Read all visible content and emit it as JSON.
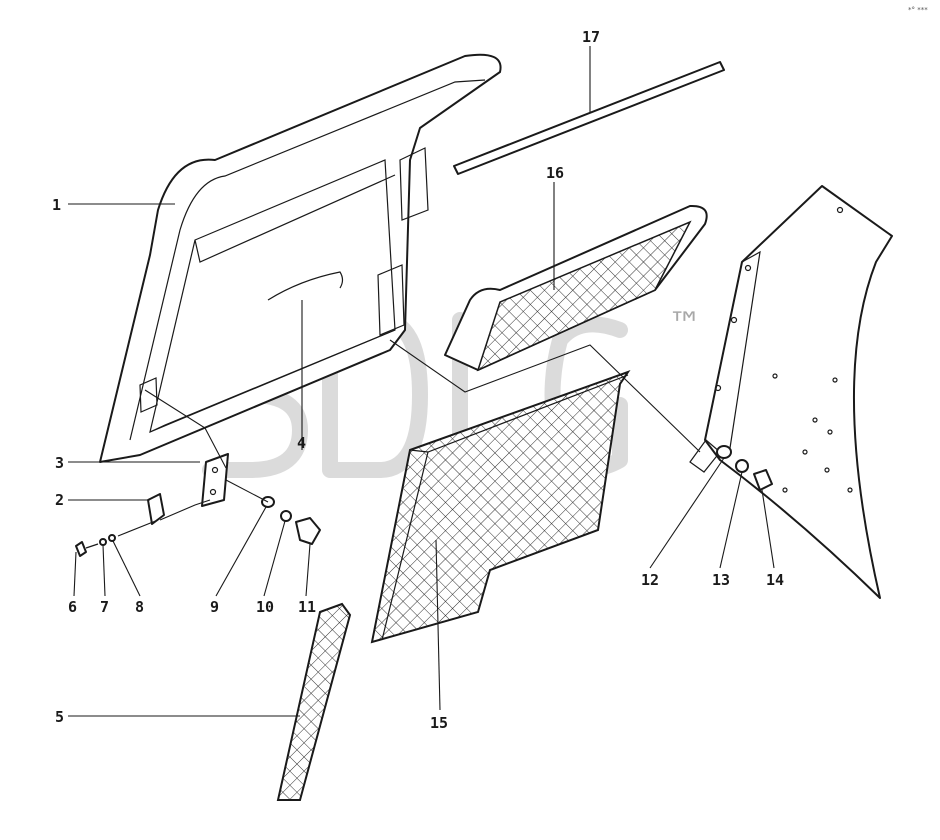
{
  "diagram": {
    "callouts": [
      {
        "id": "1",
        "label": "1"
      },
      {
        "id": "2",
        "label": "2"
      },
      {
        "id": "3",
        "label": "3"
      },
      {
        "id": "4",
        "label": "4"
      },
      {
        "id": "5",
        "label": "5"
      },
      {
        "id": "6",
        "label": "6"
      },
      {
        "id": "7",
        "label": "7"
      },
      {
        "id": "8",
        "label": "8"
      },
      {
        "id": "9",
        "label": "9"
      },
      {
        "id": "10",
        "label": "10"
      },
      {
        "id": "11",
        "label": "11"
      },
      {
        "id": "12",
        "label": "12"
      },
      {
        "id": "13",
        "label": "13"
      },
      {
        "id": "14",
        "label": "14"
      },
      {
        "id": "15",
        "label": "15"
      },
      {
        "id": "16",
        "label": "16"
      },
      {
        "id": "17",
        "label": "17"
      }
    ]
  },
  "watermark": {
    "text": "SDLG",
    "trademark": "™"
  },
  "corner_mark": "*° ***",
  "colors": {
    "line": "#1a1a1a",
    "watermark": "#bdbdbd",
    "background": "#ffffff"
  }
}
